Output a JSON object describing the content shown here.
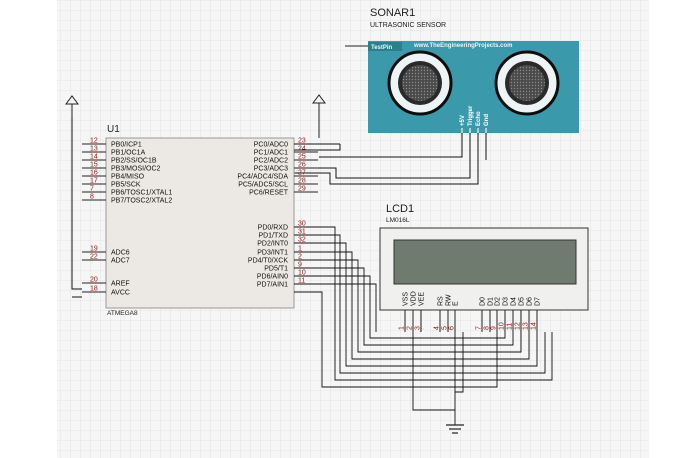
{
  "sonar": {
    "ref": "SONAR1",
    "type": "ULTRASONIC SENSOR",
    "test_pin": "TestPin",
    "website": "www.TheEngineeringProjects.com",
    "pins": [
      "+5V",
      "Trigger",
      "Echo",
      "Gnd"
    ],
    "board_color": "#3a9aac"
  },
  "mcu": {
    "ref": "U1",
    "part": "ATMEGA8",
    "left_pins": [
      {
        "num": "12",
        "name": "PB0/ICP1"
      },
      {
        "num": "13",
        "name": "PB1/OC1A"
      },
      {
        "num": "14",
        "name": "PB2/SS/OC1B"
      },
      {
        "num": "15",
        "name": "PB3/MOSI/OC2"
      },
      {
        "num": "16",
        "name": "PB4/MISO"
      },
      {
        "num": "17",
        "name": "PB5/SCK"
      },
      {
        "num": "7",
        "name": "PB6/TOSC1/XTAL1"
      },
      {
        "num": "8",
        "name": "PB7/TOSC2/XTAL2"
      },
      {
        "num": "19",
        "name": "ADC6"
      },
      {
        "num": "22",
        "name": "ADC7"
      },
      {
        "num": "20",
        "name": "AREF"
      },
      {
        "num": "18",
        "name": "AVCC"
      }
    ],
    "right_pins": [
      {
        "num": "23",
        "name": "PC0/ADC0"
      },
      {
        "num": "24",
        "name": "PC1/ADC1"
      },
      {
        "num": "25",
        "name": "PC2/ADC2"
      },
      {
        "num": "26",
        "name": "PC3/ADC3"
      },
      {
        "num": "27",
        "name": "PC4/ADC4/SDA"
      },
      {
        "num": "28",
        "name": "PC5/ADC5/SCL"
      },
      {
        "num": "29",
        "name": "PC6/RESET"
      },
      {
        "num": "30",
        "name": "PD0/RXD"
      },
      {
        "num": "31",
        "name": "PD1/TXD"
      },
      {
        "num": "32",
        "name": "PD2/INT0"
      },
      {
        "num": "1",
        "name": "PD3/INT1"
      },
      {
        "num": "2",
        "name": "PD4/T0/XCK"
      },
      {
        "num": "9",
        "name": "PD5/T1"
      },
      {
        "num": "10",
        "name": "PD6/AIN0"
      },
      {
        "num": "11",
        "name": "PD7/AIN1"
      }
    ]
  },
  "lcd": {
    "ref": "LCD1",
    "part": "LM016L",
    "screen_color": "#6f7b6e",
    "pins": [
      {
        "num": "1",
        "name": "VSS"
      },
      {
        "num": "2",
        "name": "VDD"
      },
      {
        "num": "3",
        "name": "VEE"
      },
      {
        "num": "4",
        "name": "RS"
      },
      {
        "num": "5",
        "name": "RW"
      },
      {
        "num": "6",
        "name": "E"
      },
      {
        "num": "7",
        "name": "D0"
      },
      {
        "num": "8",
        "name": "D1"
      },
      {
        "num": "9",
        "name": "D2"
      },
      {
        "num": "10",
        "name": "D3"
      },
      {
        "num": "11",
        "name": "D4"
      },
      {
        "num": "12",
        "name": "D5"
      },
      {
        "num": "13",
        "name": "D6"
      },
      {
        "num": "14",
        "name": "D7"
      }
    ]
  }
}
